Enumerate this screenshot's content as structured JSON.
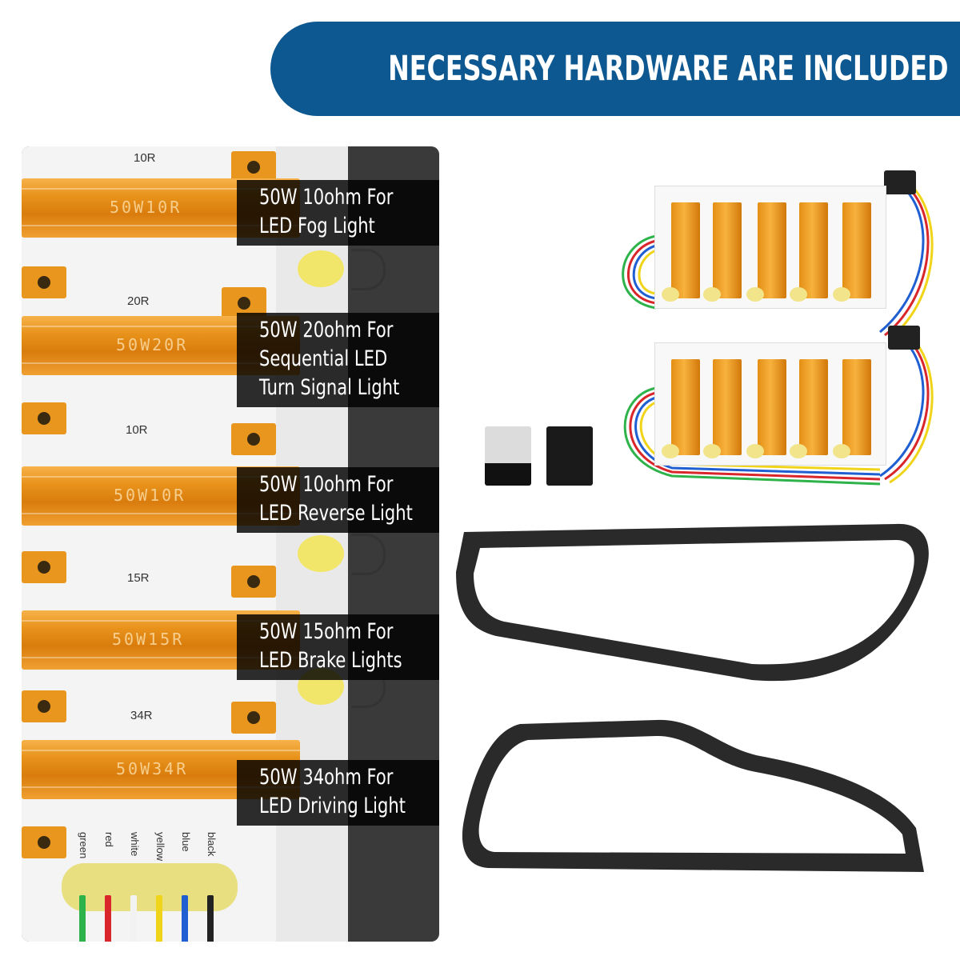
{
  "header": {
    "title": "NECESSARY HARDWARE ARE INCLUDED"
  },
  "colors": {
    "banner": "#0d5890",
    "resistor": "#e8921b",
    "gasket": "#2a2a2a",
    "caption_bg": "#000000"
  },
  "resistors": [
    {
      "board_label": "10R",
      "engraving": "50W10R",
      "caption_lines": [
        "50W 10ohm For",
        "LED Fog Light"
      ]
    },
    {
      "board_label": "20R",
      "engraving": "50W20R",
      "caption_lines": [
        "50W 20ohm For",
        "Sequential LED",
        "Turn Signal Light"
      ]
    },
    {
      "board_label": "10R",
      "engraving": "50W10R",
      "caption_lines": [
        "50W 10ohm For",
        "LED Reverse Light"
      ]
    },
    {
      "board_label": "15R",
      "engraving": "50W15R",
      "caption_lines": [
        "50W 15ohm For",
        "LED Brake Lights"
      ]
    },
    {
      "board_label": "34R",
      "engraving": "50W34R",
      "caption_lines": [
        "50W 34ohm For",
        "LED Driving Light"
      ]
    }
  ],
  "wires": [
    {
      "label": "green",
      "color": "#2db34a"
    },
    {
      "label": "red",
      "color": "#d8262b"
    },
    {
      "label": "white",
      "color": "#f2f2f2"
    },
    {
      "label": "yellow",
      "color": "#f0d419"
    },
    {
      "label": "blue",
      "color": "#1f5fd1"
    },
    {
      "label": "black",
      "color": "#222222"
    }
  ]
}
